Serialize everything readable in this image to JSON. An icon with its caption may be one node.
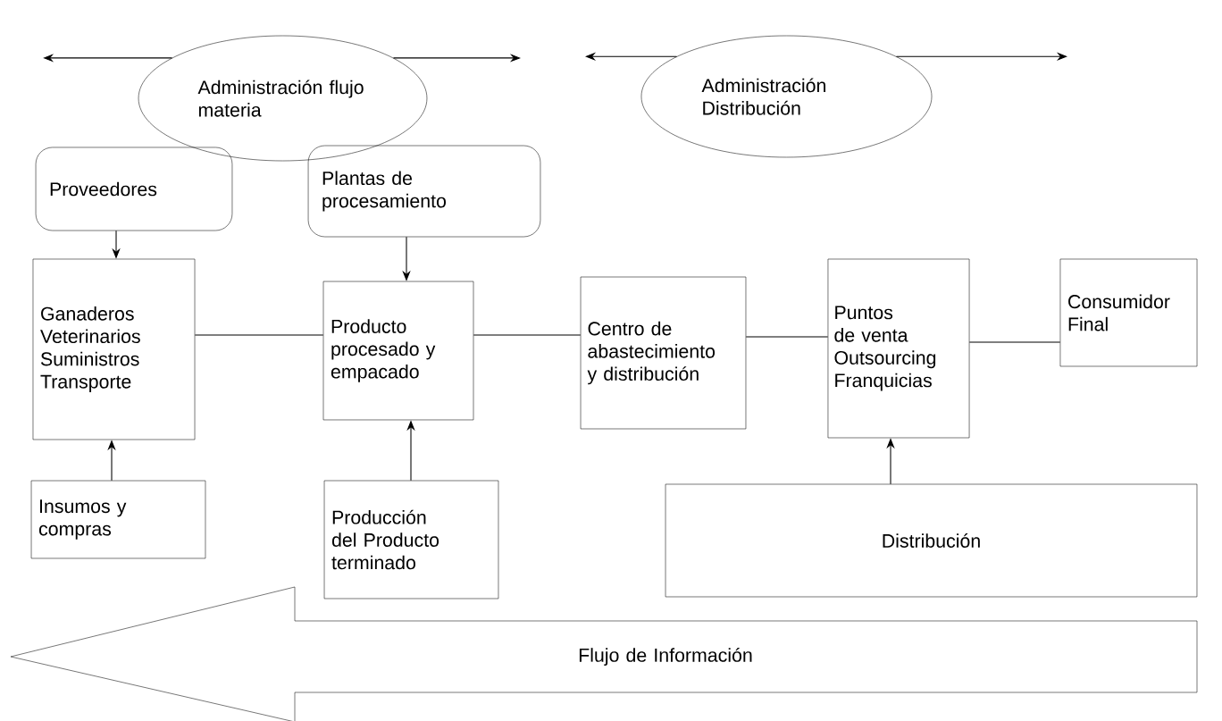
{
  "diagram": {
    "nodes": [
      {
        "text": [
          "Administración flujo materia"
        ]
      },
      {
        "text": [
          "Administración Distribución"
        ]
      },
      {
        "text": [
          "Proveedores"
        ]
      },
      {
        "text": [
          "Plantas de procesamiento"
        ]
      },
      {
        "text": [
          "Ganaderos Veterinarios Suministros Transporte"
        ]
      },
      {
        "text": [
          "Producto procesado y empacado"
        ]
      },
      {
        "text": [
          "Centro de abastecimiento y distribución"
        ]
      },
      {
        "text": [
          "Puntos de venta Outsourcing Franquicias"
        ]
      },
      {
        "text": [
          "Consumidor Final"
        ]
      },
      {
        "text": [
          "Insumos y compras"
        ]
      },
      {
        "text": [
          "Producción del Producto terminado"
        ]
      },
      {
        "text": [
          "Distribución"
        ]
      },
      {
        "text": [
          "Flujo de Información"
        ]
      }
    ],
    "edges": [
      {
        "from": 0,
        "to": null,
        "arrow": "to"
      },
      {
        "from": 0,
        "to": null,
        "arrow": "to"
      },
      {
        "from": 1,
        "to": null,
        "arrow": "to"
      },
      {
        "from": 1,
        "to": null,
        "arrow": "to"
      },
      {
        "from": 2,
        "to": 4,
        "arrow": "to"
      },
      {
        "from": 3,
        "to": 5,
        "arrow": "to"
      },
      {
        "from": 4,
        "to": 5,
        "arrow": "none"
      },
      {
        "from": 5,
        "to": 6,
        "arrow": "none"
      },
      {
        "from": 6,
        "to": 7,
        "arrow": "none"
      },
      {
        "from": 7,
        "to": 8,
        "arrow": "none"
      },
      {
        "from": 9,
        "to": 4,
        "arrow": "to"
      },
      {
        "from": 10,
        "to": 5,
        "arrow": "to"
      },
      {
        "from": 11,
        "to": 7,
        "arrow": "to"
      }
    ]
  }
}
